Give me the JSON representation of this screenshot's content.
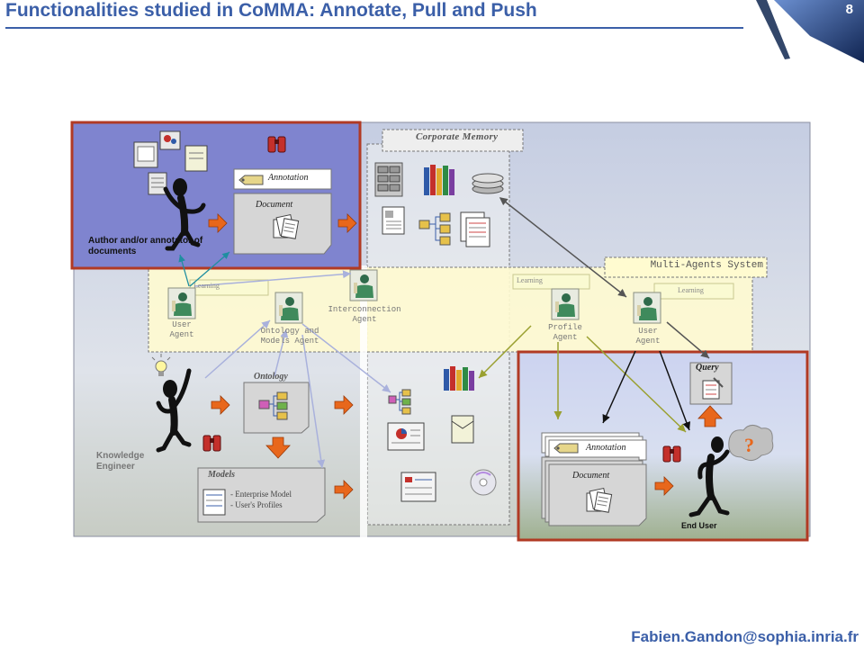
{
  "title": "Functionalities studied in CoMMA: Annotate, Pull and Push",
  "page_number": "8",
  "footer_email": "Fabien.Gandon@sophia.inria.fr",
  "colors": {
    "accent": "#3b5fa8",
    "highlight_border": "#c0392b",
    "arrow": "#e8671c",
    "learning_bg": "#fafad2",
    "mas_bg": "#fffbd0"
  },
  "corporate_memory": {
    "label": "Corporate Memory"
  },
  "mas": {
    "label": "Multi-Agents System"
  },
  "annotate_section": {
    "actor_label": "Author and/or annotator of documents",
    "annotation_label": "Annotation",
    "document_label": "Document"
  },
  "agents": {
    "user_agent_left": "User Agent",
    "ontology_agent": "Ontology and Models Agent",
    "interconnection_agent": "Interconnection Agent",
    "profile_agent": "Profile Agent",
    "user_agent_right": "User Agent",
    "learning": "Learning"
  },
  "knowledge_engineer": {
    "label": "Knowledge Engineer",
    "ontology_label": "Ontology",
    "models_label": "Models",
    "models_items": [
      "- Enterprise Model",
      "- User's Profiles"
    ]
  },
  "end_user_section": {
    "query_label": "Query",
    "annotation_label": "Annotation",
    "document_label": "Document",
    "actor_label": "End User"
  },
  "icons": [
    "stick-figure-icon",
    "agent-icon",
    "cabinet-icon",
    "books-icon",
    "disk-icon",
    "dialog-icon",
    "tag-icon",
    "documents-icon",
    "lightbulb-icon",
    "question-cloud-icon",
    "binoculars-icon"
  ]
}
